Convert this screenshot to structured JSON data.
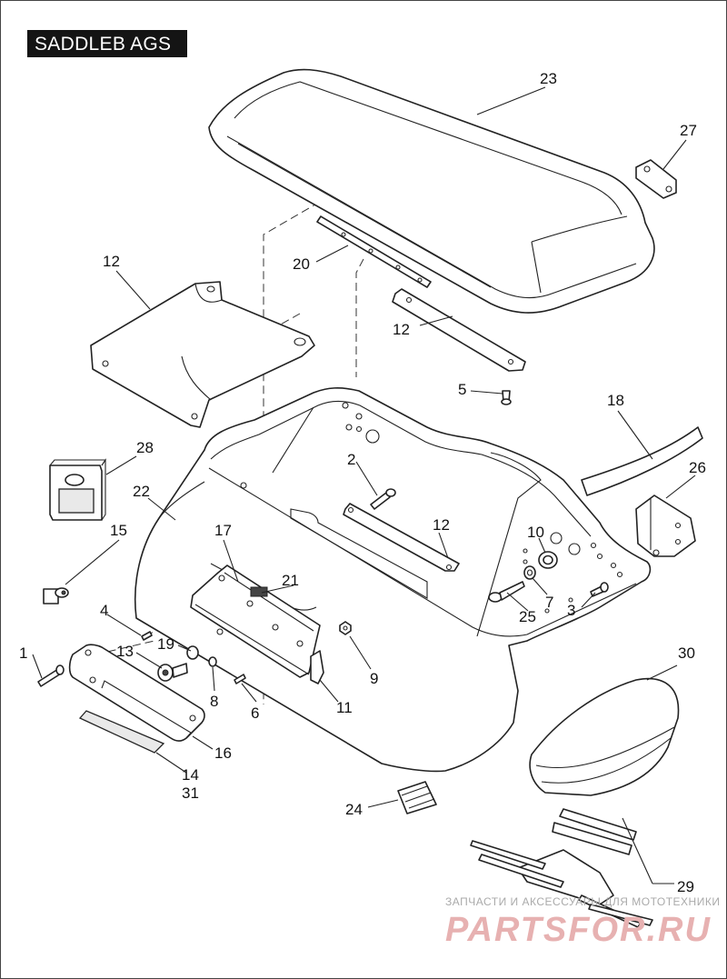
{
  "title": "SADDLEB AGS",
  "watermark": {
    "line1": "ЗАПЧАСТИ И АКСЕССУАРЫ ДЛЯ МОТОТЕХНИКИ",
    "line2": "PARTSFOR.RU",
    "color": "#e7b1b1"
  },
  "colors": {
    "title_bg": "#141414",
    "title_fg": "#ffffff",
    "line": "#222222"
  },
  "callouts": {
    "c1": "1",
    "c2": "2",
    "c3": "3",
    "c4": "4",
    "c5": "5",
    "c6": "6",
    "c7": "7",
    "c8": "8",
    "c9": "9",
    "c10": "10",
    "c11": "11",
    "c12a": "12",
    "c12b": "12",
    "c12c": "12",
    "c13": "13",
    "c14": "14",
    "c15": "15",
    "c16": "16",
    "c17": "17",
    "c18": "18",
    "c19": "19",
    "c20": "20",
    "c21": "21",
    "c22": "22",
    "c23": "23",
    "c24": "24",
    "c25": "25",
    "c26": "26",
    "c27": "27",
    "c28": "28",
    "c29": "29",
    "c30": "30",
    "c31": "31"
  }
}
